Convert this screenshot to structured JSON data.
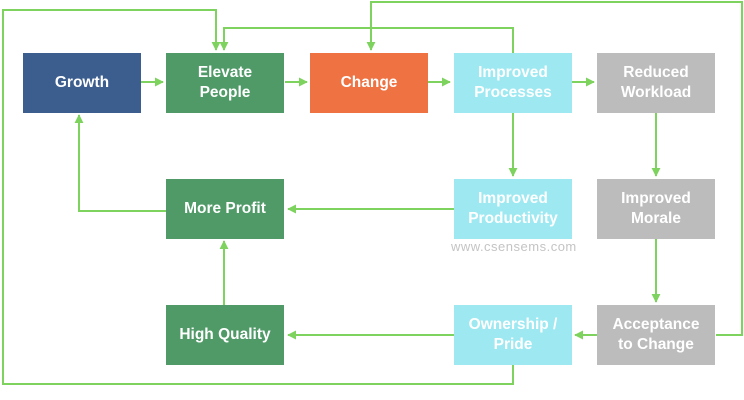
{
  "colors": {
    "arrow": "#7ed35f",
    "dark_blue": "#3c5e8f",
    "green": "#4f9a67",
    "orange": "#ee7242",
    "light_cyan": "#9ee9f1",
    "gray": "#bcbcbc"
  },
  "nodes": {
    "growth": "Growth",
    "elevate_people": "Elevate\nPeople",
    "change": "Change",
    "improved_processes": "Improved\nProcesses",
    "reduced_workload": "Reduced\nWorkload",
    "more_profit": "More Profit",
    "improved_productivity": "Improved\nProductivity",
    "improved_morale": "Improved\nMorale",
    "high_quality": "High Quality",
    "ownership_pride": "Ownership /\nPride",
    "acceptance_to_change": "Acceptance\nto Change"
  },
  "watermark": "www.csensems.com"
}
